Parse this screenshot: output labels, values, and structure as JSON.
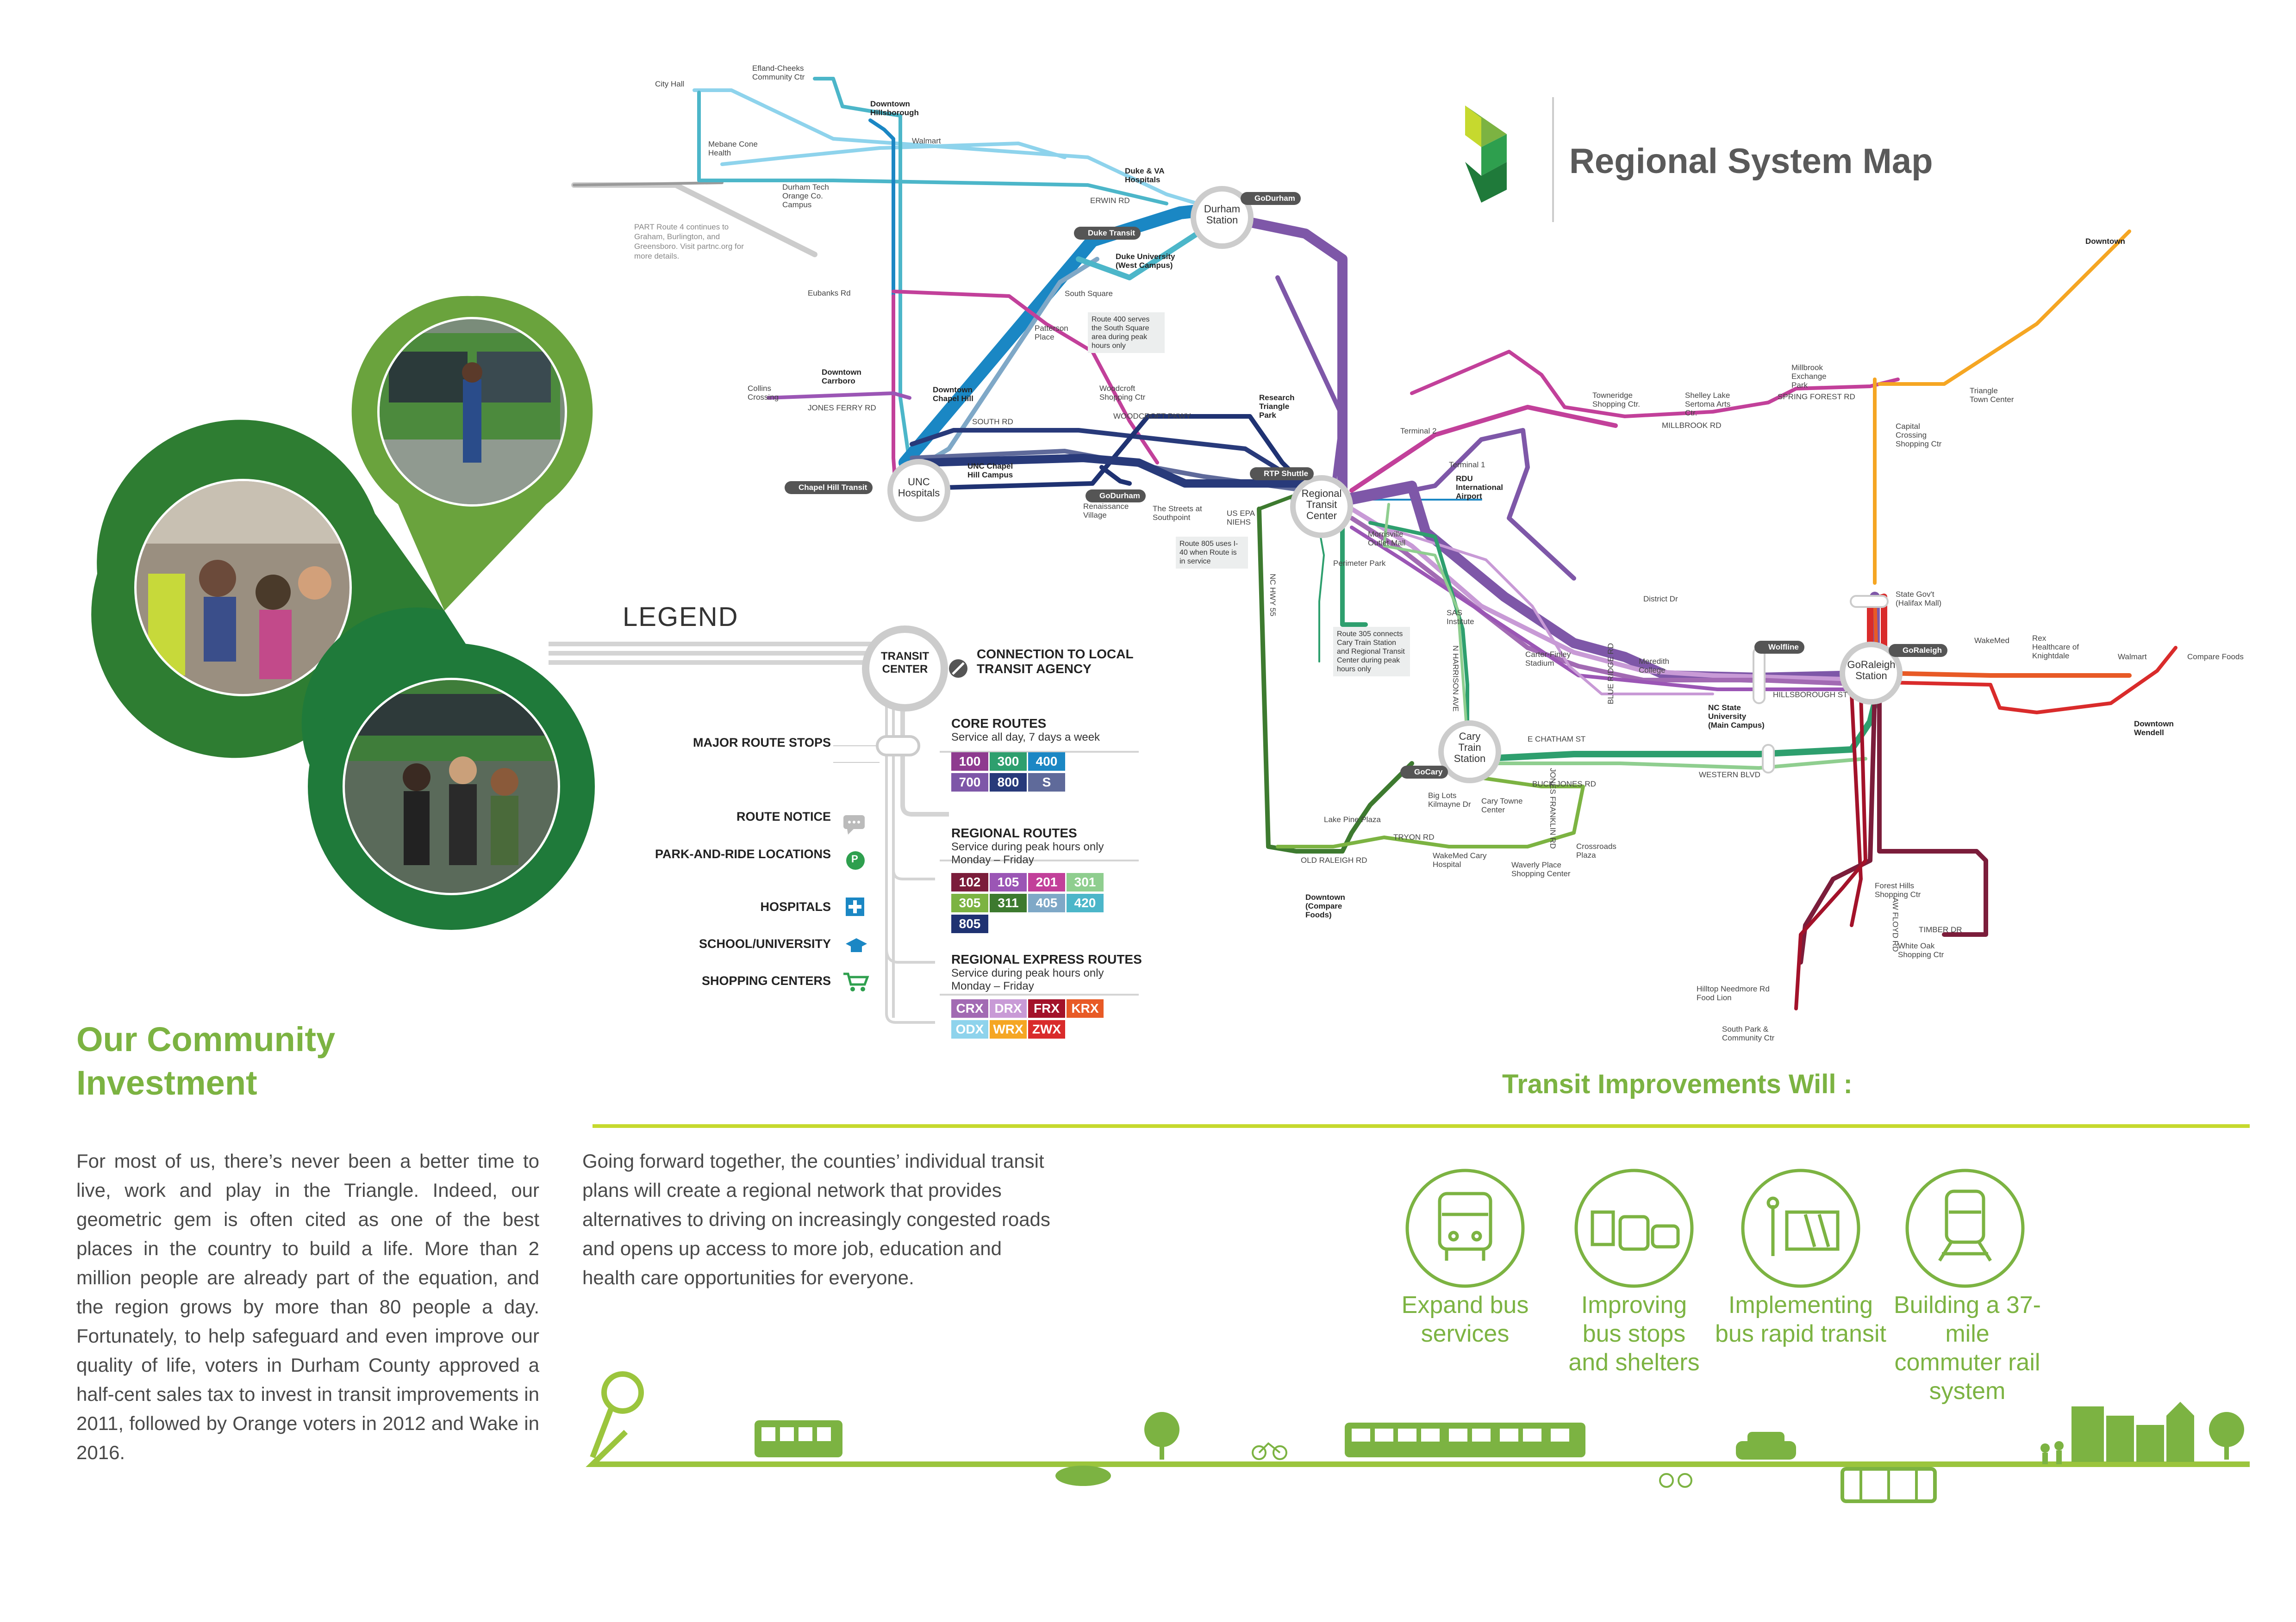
{
  "header": {
    "title": "Regional System Map"
  },
  "legend": {
    "title": "LEGEND",
    "transit_center": "TRANSIT CENTER",
    "connection": "CONNECTION TO LOCAL TRANSIT AGENCY",
    "major_stops": "MAJOR ROUTE STOPS",
    "route_notice": "ROUTE NOTICE",
    "park_ride": "PARK-AND-RIDE LOCATIONS",
    "hospitals": "HOSPITALS",
    "school": "SCHOOL/UNIVERSITY",
    "shopping": "SHOPPING CENTERS",
    "park_glyph": "P",
    "core": {
      "title": "CORE ROUTES",
      "sub": "Service all day, 7 days a week",
      "routes": [
        {
          "id": "100",
          "color": "#8e3b8f"
        },
        {
          "id": "300",
          "color": "#2e9f6e"
        },
        {
          "id": "400",
          "color": "#1b87c4"
        },
        {
          "id": "700",
          "color": "#7e57a8"
        },
        {
          "id": "800",
          "color": "#283a7a"
        },
        {
          "id": "S",
          "color": "#5f6a9a"
        }
      ]
    },
    "regional": {
      "title": "REGIONAL ROUTES",
      "sub": "Service during peak hours only",
      "sub2": "Monday – Friday",
      "routes": [
        {
          "id": "102",
          "color": "#7b1d3b"
        },
        {
          "id": "105",
          "color": "#9b56b5"
        },
        {
          "id": "201",
          "color": "#c2409a"
        },
        {
          "id": "301",
          "color": "#8fce8f"
        },
        {
          "id": "305",
          "color": "#7cb342"
        },
        {
          "id": "311",
          "color": "#3d7a2f"
        },
        {
          "id": "405",
          "color": "#7fa8c7"
        },
        {
          "id": "420",
          "color": "#4cb6c9"
        },
        {
          "id": "805",
          "color": "#1f3272"
        }
      ]
    },
    "express": {
      "title": "REGIONAL EXPRESS ROUTES",
      "sub": "Service during peak hours only",
      "sub2": "Monday – Friday",
      "routes": [
        {
          "id": "CRX",
          "color": "#a26ab3"
        },
        {
          "id": "DRX",
          "color": "#c89ad6"
        },
        {
          "id": "FRX",
          "color": "#a3122a"
        },
        {
          "id": "KRX",
          "color": "#e85a26"
        },
        {
          "id": "ODX",
          "color": "#8ed3ec"
        },
        {
          "id": "WRX",
          "color": "#f5a623"
        },
        {
          "id": "ZWX",
          "color": "#d92b2b"
        }
      ]
    }
  },
  "map": {
    "centers": {
      "durham": "Durham Station",
      "rtc": "Regional Transit Center",
      "unc": "UNC Hospitals",
      "goraleigh": "GoRaleigh Station",
      "cary": "Cary Train Station"
    },
    "agencies": {
      "godurham1": "GoDurham",
      "duke": "Duke Transit",
      "chapel": "Chapel Hill Transit",
      "godurham2": "GoDurham",
      "rtp": "RTP Shuttle",
      "wolfline": "Wolfline",
      "goraleigh": "GoRaleigh",
      "gocary": "GoCary"
    },
    "labels": {
      "cityhall": "City Hall",
      "efland": "Efland-Cheeks Community Ctr",
      "dt_hillsborough": "Downtown Hillsborough",
      "walmart1": "Walmart",
      "mebane": "Mebane Cone Health",
      "durhamtech": "Durham Tech Orange Co. Campus",
      "part_note": "PART Route 4 continues to Graham, Burlington, and Greensboro. Visit partnc.org for more details.",
      "dukeva": "Duke & VA Hospitals",
      "erwin": "ERWIN RD",
      "duke_west": "Duke University (West Campus)",
      "southsquare": "South Square",
      "eubanks": "Eubanks Rd",
      "route_note1": "Route 400 serves the South Square area during peak hours only",
      "patterson": "Patterson Place",
      "dt_carrboro": "Downtown Carrboro",
      "collins": "Collins Crossing",
      "jonesferry": "JONES FERRY RD",
      "dt_chapelhill": "Downtown Chapel Hill",
      "woodcroft": "Woodcroft Shopping Ctr",
      "woodcroftpkwy": "WOODCROFT PKWY",
      "southrd": "SOUTH RD",
      "rtp": "Research Triangle Park",
      "unc_campus": "UNC Chapel Hill Campus",
      "renaissance": "Renaissance Village",
      "southpoint": "The Streets at Southpoint",
      "epa": "US EPA NIEHS",
      "route_note2": "Route 805 uses I-40 when Route is in service",
      "morrisville": "Morrisville Outlet Mall",
      "perimeter": "Perimeter Park",
      "terminal2": "Terminal 2",
      "terminal1": "Terminal 1",
      "rdu": "RDU International Airport",
      "ncstate": "NC State University (Main Campus)",
      "sas": "SAS Institute",
      "route_note3": "Route 305 connects Cary Train Station and Regional Transit Center during peak hours only",
      "carterfinley": "Carter-Finley Stadium",
      "meredith": "Meredith College",
      "district": "District Dr",
      "blueridge": "BLUE RIDGE RD",
      "hillsborough_st": "HILLSBOROUGH ST",
      "nharrison": "N HARRISON AVE",
      "echatham": "E CHATHAM ST",
      "westernblvd": "WESTERN BLVD",
      "biglots": "Big Lots Kilmayne Dr",
      "carytowne": "Cary Towne Center",
      "buckjones": "BUCK JONES RD",
      "jonesfranklin": "JONES FRANKLIN RD",
      "lakepine": "Lake Pine Plaza",
      "tryon": "TRYON RD",
      "wakemed_cary": "WakeMed Cary Hospital",
      "waverly": "Waverly Place Shopping Center",
      "crossroads": "Crossroads Plaza",
      "dt_compare": "Downtown (Compare Foods)",
      "oldapex": "OLD RALEIGH RD",
      "nc55": "NC HWY 55",
      "towneridge": "Towneridge Shopping Ctr.",
      "shelley": "Shelley Lake Sertoma Arts Ctr.",
      "millbrookrd": "MILLBROOK RD",
      "millbrook": "Millbrook Exchange Park",
      "springforest": "SPRING FOREST RD",
      "triangletown": "Triangle Town Center",
      "capcrossing": "Capital Crossing Shopping Ctr",
      "dt_wakeforest": "Downtown",
      "stategov": "State Gov't (Halifax Mall)",
      "wakemed": "WakeMed",
      "rex": "Rex Healthcare of Knightdale",
      "walmart2": "Walmart",
      "comparefoods": "Compare Foods",
      "dt_wendell": "Downtown Wendell",
      "foresthills": "Forest Hills Shopping Ctr",
      "timberdr": "TIMBER DR",
      "whiteoak": "White Oak Shopping Ctr",
      "hilltop": "Hilltop Needmore Rd Food Lion",
      "southpark": "South Park & Community Ctr",
      "awfloyd": "AW FLOYD RD"
    }
  },
  "community": {
    "heading1": "Our Community",
    "heading2": "Investment",
    "para1": "For most of us, there’s never been a better time to live, work and play in the Triangle. Indeed, our geometric gem is often cited as one of the best places in the country to build a life. More than 2 million people are already part of the equation, and the region grows by more than 80 people a day. Fortunately, to help safeguard and even improve our quality of life, voters in Durham County approved a half-cent sales tax to invest in transit improvements in 2011, followed by Orange voters in 2012 and Wake in 2016.",
    "para2": "Going forward together, the counties’ individual transit plans will create a regional network that provides alternatives to driving on increasingly congested roads and opens up access to more job, education and health care opportunities for everyone."
  },
  "improvements": {
    "heading": "Transit Improvements Will :",
    "items": [
      {
        "label": "Expand bus services",
        "icon": "bus-icon"
      },
      {
        "label": "Improving bus stops and shelters",
        "icon": "bus-stop-icon"
      },
      {
        "label": "Implementing bus rapid transit",
        "icon": "bus-rapid-transit-icon"
      },
      {
        "label": "Building a 37-mile commuter rail system",
        "icon": "train-icon"
      }
    ]
  },
  "colors": {
    "brand_green": "#7cb342",
    "dark_green": "#2e7d32",
    "title_gray": "#5a5a5a"
  }
}
